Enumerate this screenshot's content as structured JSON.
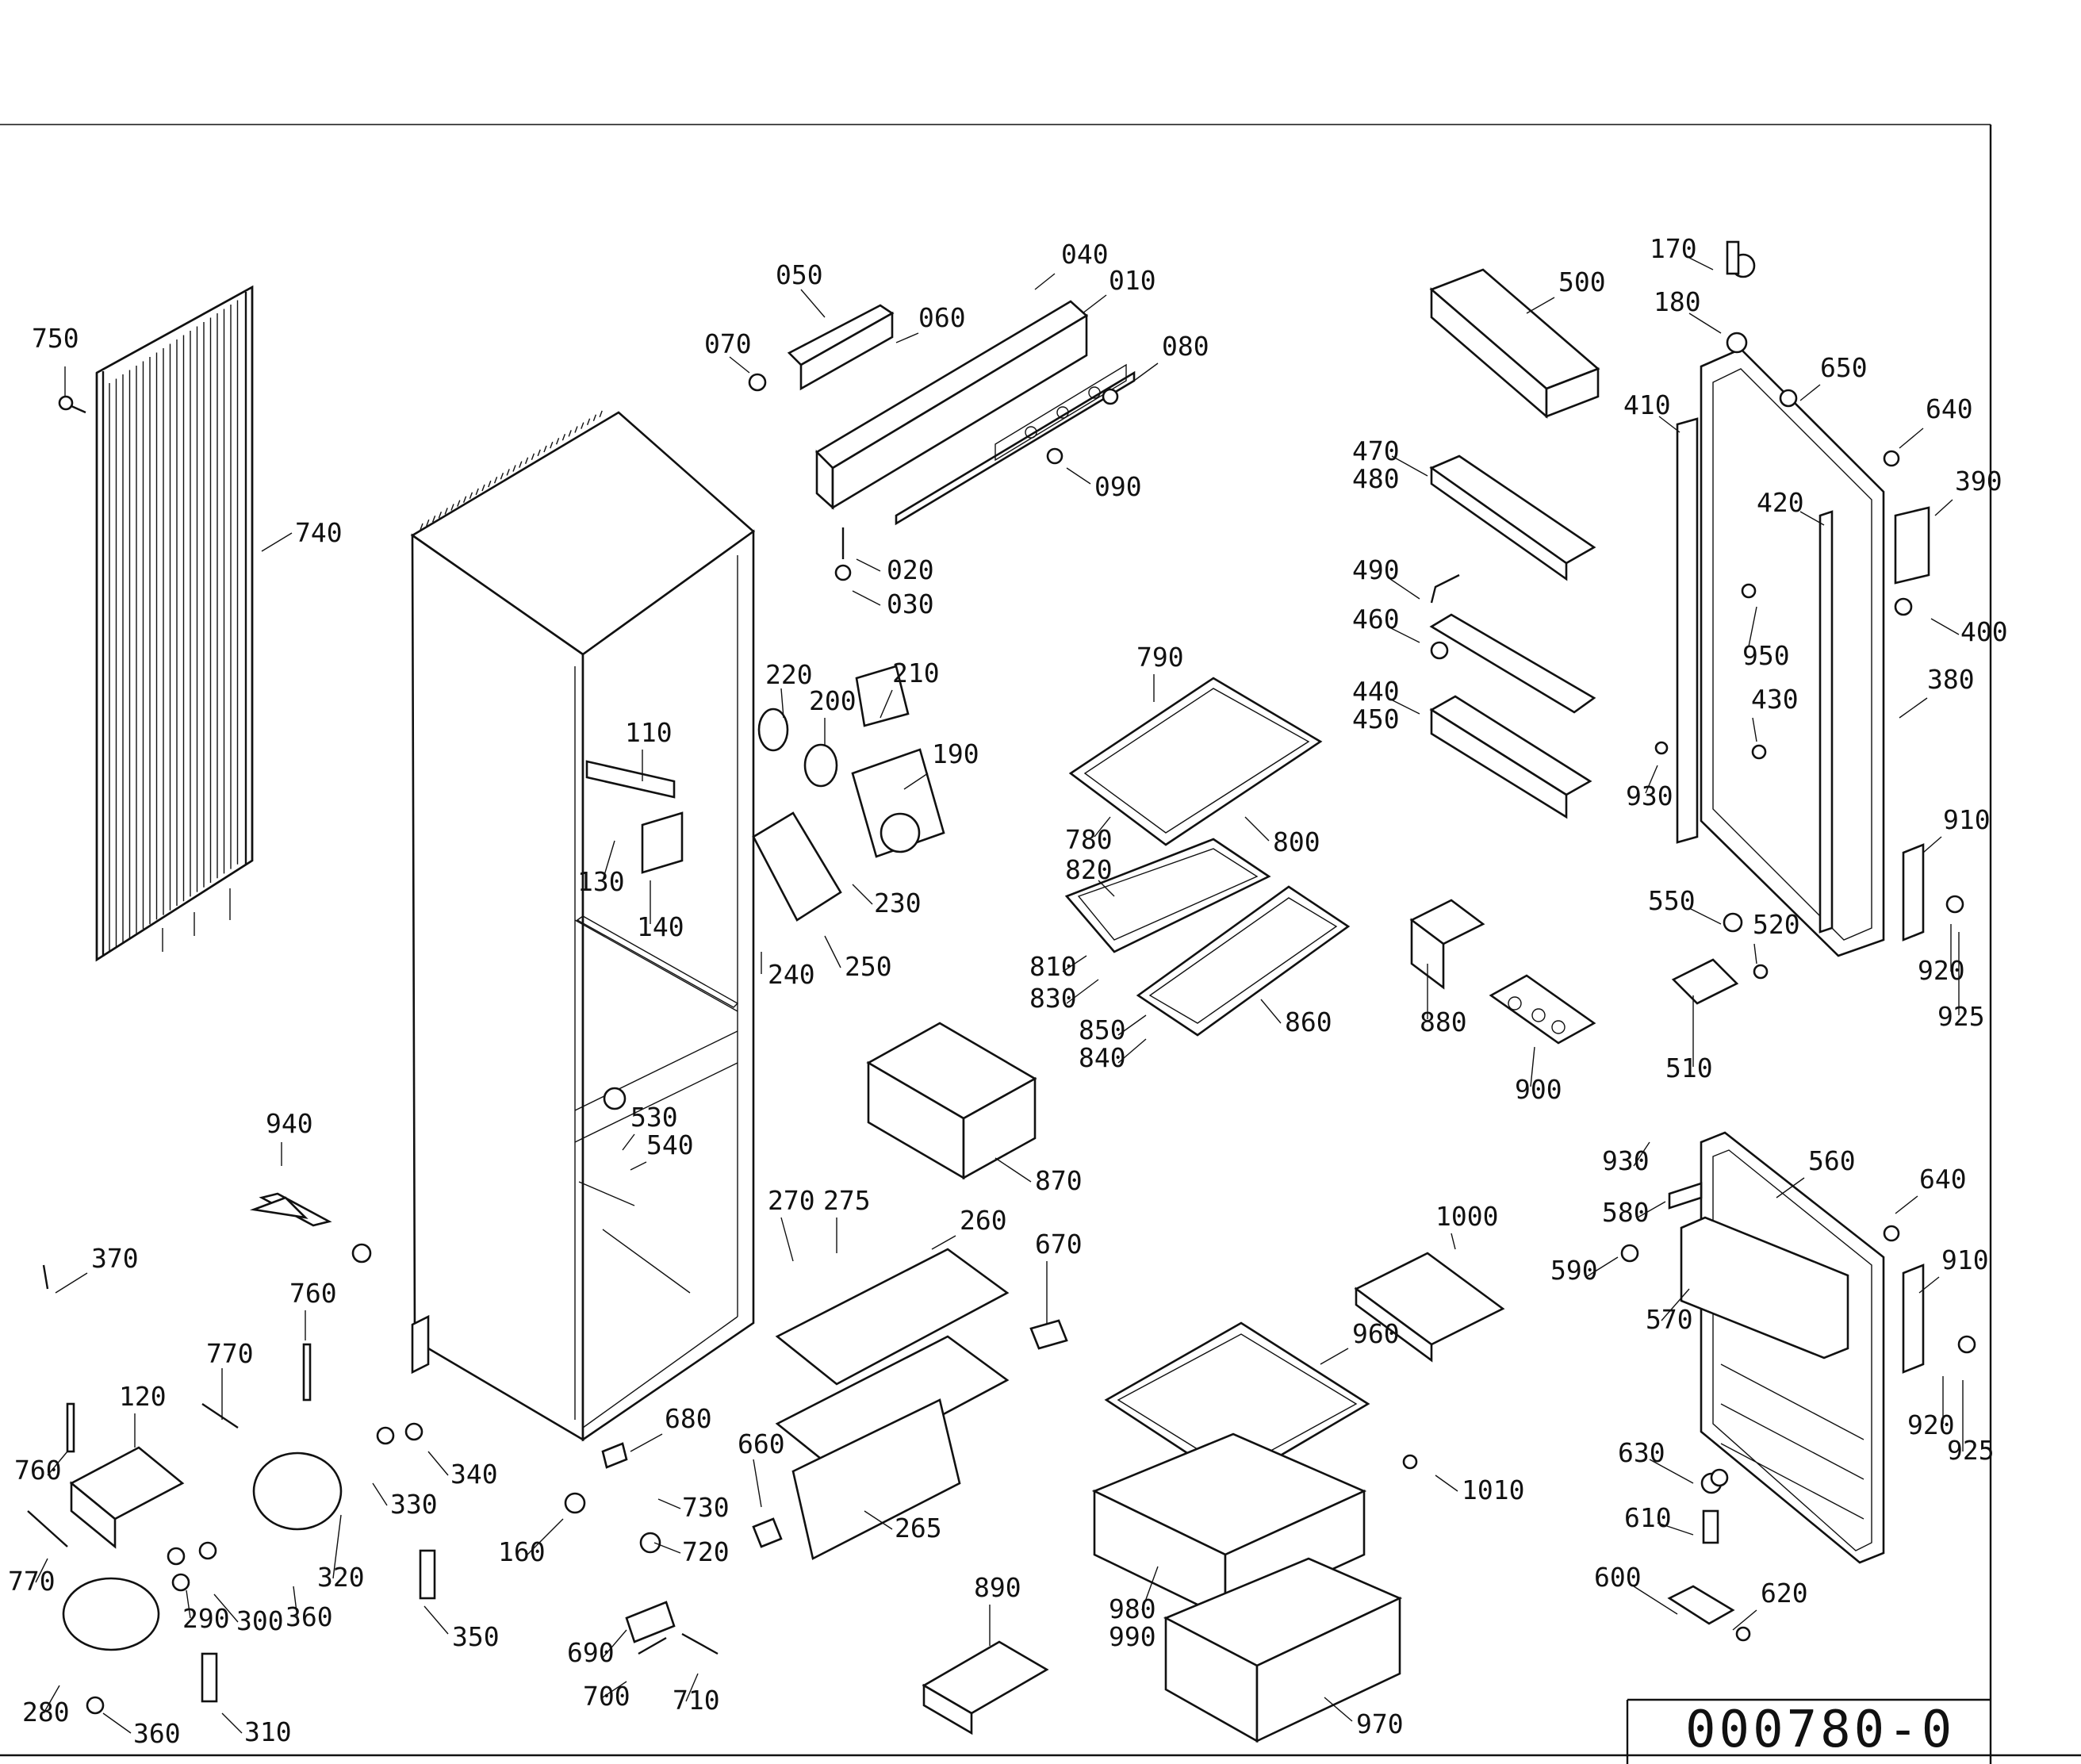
{
  "drawing_code": "000780-0",
  "callouts": [
    {
      "id": "750",
      "label": "750"
    },
    {
      "id": "740",
      "label": "740"
    },
    {
      "id": "050",
      "label": "050"
    },
    {
      "id": "040",
      "label": "040"
    },
    {
      "id": "010",
      "label": "010"
    },
    {
      "id": "060",
      "label": "060"
    },
    {
      "id": "070",
      "label": "070"
    },
    {
      "id": "080",
      "label": "080"
    },
    {
      "id": "090",
      "label": "090"
    },
    {
      "id": "020",
      "label": "020"
    },
    {
      "id": "030",
      "label": "030"
    },
    {
      "id": "500",
      "label": "500"
    },
    {
      "id": "170",
      "label": "170"
    },
    {
      "id": "180",
      "label": "180"
    },
    {
      "id": "650",
      "label": "650"
    },
    {
      "id": "410",
      "label": "410"
    },
    {
      "id": "640a",
      "label": "640"
    },
    {
      "id": "390",
      "label": "390"
    },
    {
      "id": "470",
      "label": "470"
    },
    {
      "id": "480",
      "label": "480"
    },
    {
      "id": "420",
      "label": "420"
    },
    {
      "id": "400",
      "label": "400"
    },
    {
      "id": "490",
      "label": "490"
    },
    {
      "id": "460",
      "label": "460"
    },
    {
      "id": "950",
      "label": "950"
    },
    {
      "id": "440",
      "label": "440"
    },
    {
      "id": "450",
      "label": "450"
    },
    {
      "id": "380",
      "label": "380"
    },
    {
      "id": "430",
      "label": "430"
    },
    {
      "id": "930a",
      "label": "930"
    },
    {
      "id": "910a",
      "label": "910"
    },
    {
      "id": "550",
      "label": "550"
    },
    {
      "id": "520",
      "label": "520"
    },
    {
      "id": "920a",
      "label": "920"
    },
    {
      "id": "925a",
      "label": "925"
    },
    {
      "id": "510",
      "label": "510"
    },
    {
      "id": "790",
      "label": "790"
    },
    {
      "id": "780",
      "label": "780"
    },
    {
      "id": "800",
      "label": "800"
    },
    {
      "id": "820",
      "label": "820"
    },
    {
      "id": "810",
      "label": "810"
    },
    {
      "id": "830",
      "label": "830"
    },
    {
      "id": "850",
      "label": "850"
    },
    {
      "id": "840",
      "label": "840"
    },
    {
      "id": "860",
      "label": "860"
    },
    {
      "id": "880",
      "label": "880"
    },
    {
      "id": "900",
      "label": "900"
    },
    {
      "id": "220",
      "label": "220"
    },
    {
      "id": "210",
      "label": "210"
    },
    {
      "id": "200",
      "label": "200"
    },
    {
      "id": "190",
      "label": "190"
    },
    {
      "id": "110",
      "label": "110"
    },
    {
      "id": "130",
      "label": "130"
    },
    {
      "id": "140",
      "label": "140"
    },
    {
      "id": "230",
      "label": "230"
    },
    {
      "id": "240",
      "label": "240"
    },
    {
      "id": "250",
      "label": "250"
    },
    {
      "id": "870",
      "label": "870"
    },
    {
      "id": "530",
      "label": "530"
    },
    {
      "id": "540",
      "label": "540"
    },
    {
      "id": "940",
      "label": "940"
    },
    {
      "id": "370",
      "label": "370"
    },
    {
      "id": "760a",
      "label": "760"
    },
    {
      "id": "770a",
      "label": "770"
    },
    {
      "id": "120",
      "label": "120"
    },
    {
      "id": "760b",
      "label": "760"
    },
    {
      "id": "770b",
      "label": "770"
    },
    {
      "id": "320",
      "label": "320"
    },
    {
      "id": "330",
      "label": "330"
    },
    {
      "id": "340",
      "label": "340"
    },
    {
      "id": "280",
      "label": "280"
    },
    {
      "id": "290",
      "label": "290"
    },
    {
      "id": "300",
      "label": "300"
    },
    {
      "id": "360a",
      "label": "360"
    },
    {
      "id": "360b",
      "label": "360"
    },
    {
      "id": "310",
      "label": "310"
    },
    {
      "id": "350",
      "label": "350"
    },
    {
      "id": "160",
      "label": "160"
    },
    {
      "id": "680",
      "label": "680"
    },
    {
      "id": "270",
      "label": "270"
    },
    {
      "id": "275",
      "label": "275"
    },
    {
      "id": "260",
      "label": "260"
    },
    {
      "id": "670",
      "label": "670"
    },
    {
      "id": "660",
      "label": "660"
    },
    {
      "id": "265",
      "label": "265"
    },
    {
      "id": "730",
      "label": "730"
    },
    {
      "id": "720",
      "label": "720"
    },
    {
      "id": "690",
      "label": "690"
    },
    {
      "id": "700",
      "label": "700"
    },
    {
      "id": "710",
      "label": "710"
    },
    {
      "id": "890",
      "label": "890"
    },
    {
      "id": "1000",
      "label": "1000"
    },
    {
      "id": "960",
      "label": "960"
    },
    {
      "id": "1010",
      "label": "1010"
    },
    {
      "id": "980",
      "label": "980"
    },
    {
      "id": "990",
      "label": "990"
    },
    {
      "id": "970",
      "label": "970"
    },
    {
      "id": "930b",
      "label": "930"
    },
    {
      "id": "560",
      "label": "560"
    },
    {
      "id": "640b",
      "label": "640"
    },
    {
      "id": "580",
      "label": "580"
    },
    {
      "id": "910b",
      "label": "910"
    },
    {
      "id": "590",
      "label": "590"
    },
    {
      "id": "570",
      "label": "570"
    },
    {
      "id": "920b",
      "label": "920"
    },
    {
      "id": "925b",
      "label": "925"
    },
    {
      "id": "630",
      "label": "630"
    },
    {
      "id": "610",
      "label": "610"
    },
    {
      "id": "600",
      "label": "600"
    },
    {
      "id": "620",
      "label": "620"
    }
  ]
}
